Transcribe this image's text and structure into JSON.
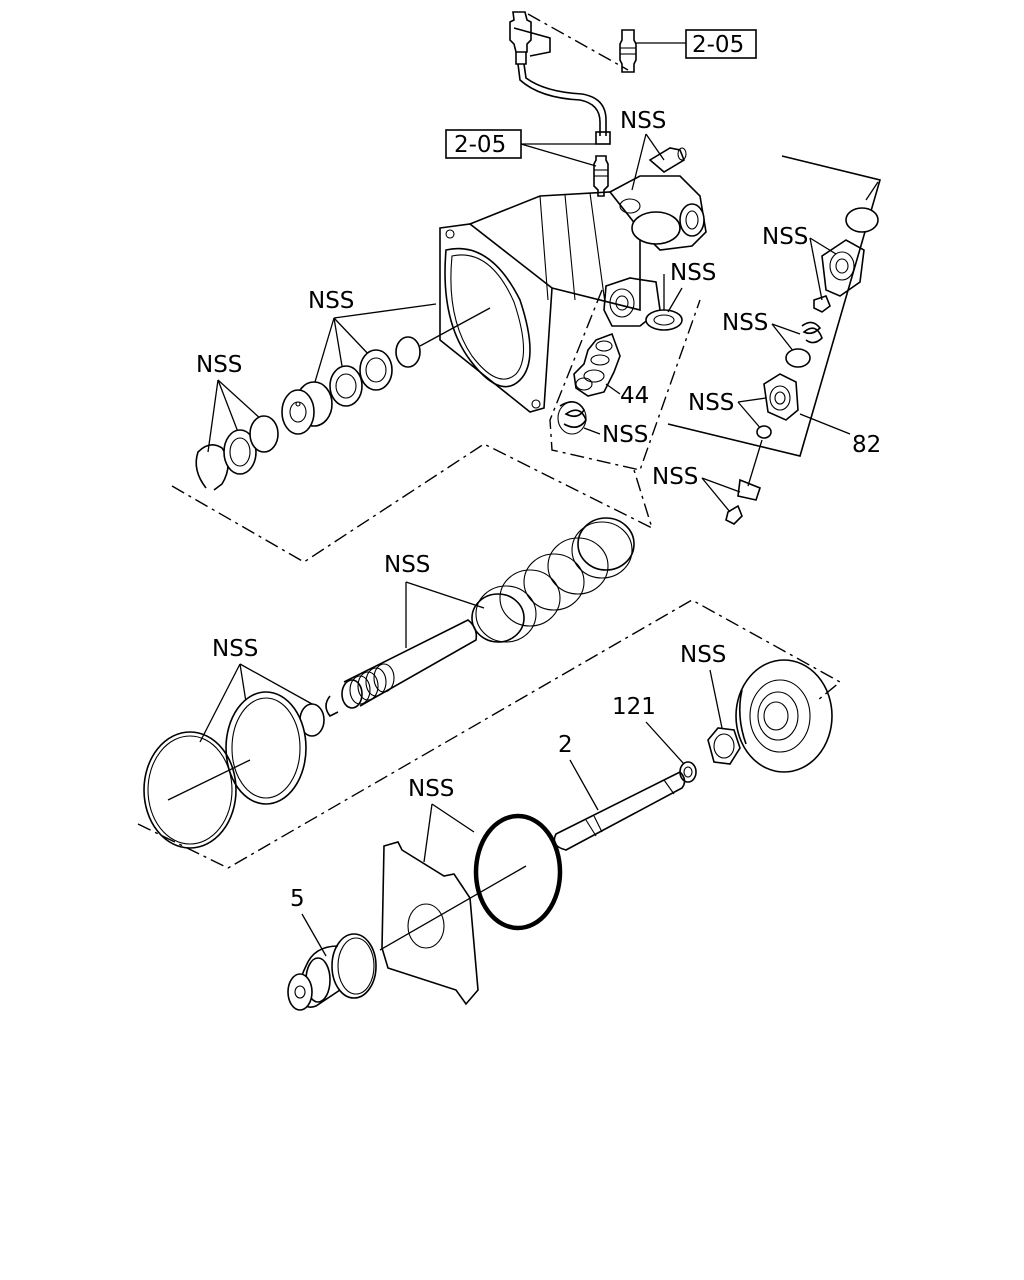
{
  "diagram": {
    "labels": {
      "ref_top": "2-05",
      "ref_mid": "2-05",
      "nss_sensor": "NSS",
      "nss_bracket_oring": "NSS",
      "nss_fitting": "NSS",
      "nss_seals_upper": "NSS",
      "nss_seals_left": "NSS",
      "part_44": "44",
      "nss_spring_small": "NSS",
      "nss_valve_spring": "NSS",
      "nss_valve_ring": "NSS",
      "part_82": "82",
      "nss_bolt": "NSS",
      "nss_rod": "NSS",
      "nss_rings_lower": "NSS",
      "nss_nut": "NSS",
      "part_121": "121",
      "part_2": "2",
      "nss_gasket": "NSS",
      "part_5": "5"
    }
  }
}
